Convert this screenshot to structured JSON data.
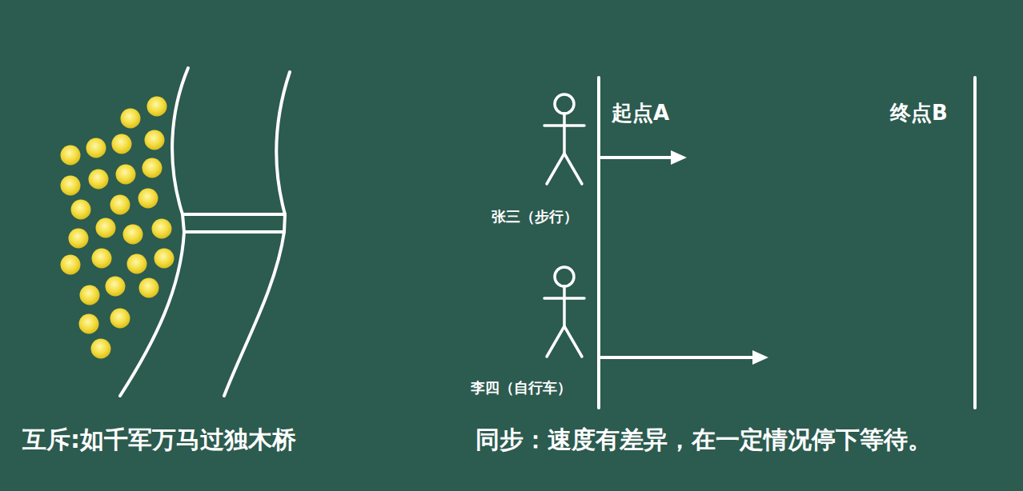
{
  "diagram": {
    "labels": [
      "互斥:如千军万马过独木桥",
      "起点A",
      "终点B",
      "张三（步行）",
      "李四（自行车）",
      "同步：速度有差异，在一定情况停下等待。"
    ]
  }
}
